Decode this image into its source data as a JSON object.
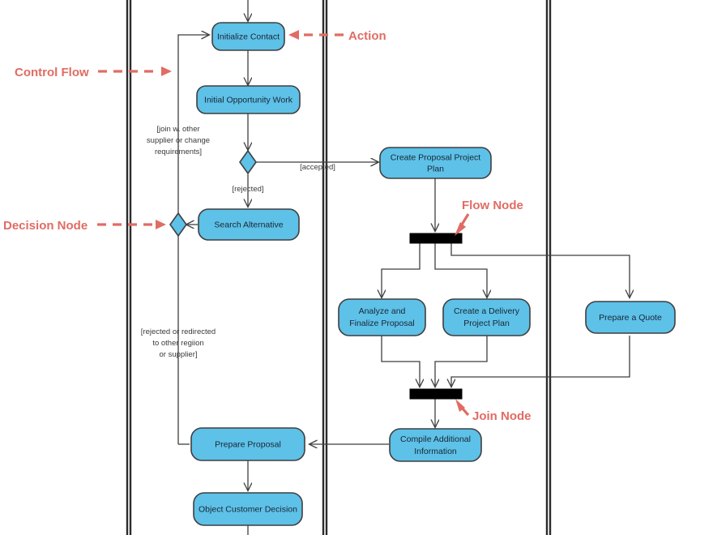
{
  "diagram": {
    "type": "uml-activity-diagram",
    "background_color": "#ffffff",
    "node_fill": "#5DC1E8",
    "node_stroke": "#3F3F3F",
    "bar_color": "#000000",
    "annotation_color": "#E06C63",
    "flow_color": "#3F3F3F",
    "lane_color": "#2C2C2C"
  },
  "nodes": {
    "initialize_contact": "Initialize Contact",
    "initial_opportunity_work": "Initial Opportunity Work",
    "search_alternative": "Search Alternative",
    "create_proposal_project_plan_l1": "Create Proposal Project",
    "create_proposal_project_plan_l2": "Plan",
    "analyze_finalize_l1": "Analyze and",
    "analyze_finalize_l2": "Finalize Proposal",
    "create_delivery_l1": "Create a Delivery",
    "create_delivery_l2": "Project Plan",
    "prepare_a_quote": "Prepare a Quote",
    "compile_additional_l1": "Compile Additional",
    "compile_additional_l2": "Information",
    "prepare_proposal": "Prepare Proposal",
    "object_customer_decision": "Object Customer Decision"
  },
  "guards": {
    "join_w_other_l1": "[join w. other",
    "join_w_other_l2": "supplier or change",
    "join_w_other_l3": "requirements]",
    "accepted": "[accepted]",
    "rejected": "[rejected]",
    "rejected_redirected_l1": "[rejected or redirected",
    "rejected_redirected_l2": "to other regiion",
    "rejected_redirected_l3": "or supplier]"
  },
  "annotations": {
    "control_flow": "Control Flow",
    "decision_node": "Decision Node",
    "action": "Action",
    "flow_node": "Flow Node",
    "join_node": "Join Node"
  }
}
